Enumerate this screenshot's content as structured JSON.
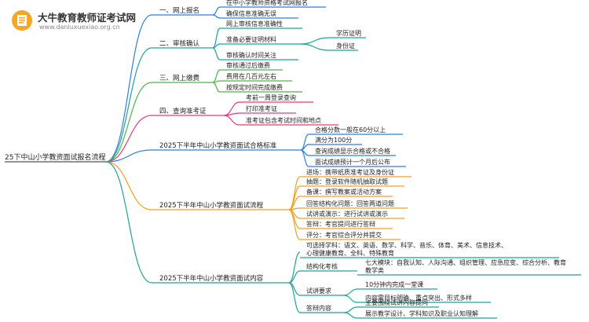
{
  "logo": {
    "title": "大牛教育教师证考试网",
    "subtitle": "www.daniuxuexiao.org.cn"
  },
  "root": "25下中山小学教资面试报名流程",
  "colors": {
    "branch1": "#2f7de1",
    "branch2": "#1fa39a",
    "branch3": "#4bb54b",
    "branch4": "#e63a7a",
    "branch5": "#2f7de1",
    "branch6": "#f0a020",
    "branch7": "#1fa39a"
  },
  "branches": [
    {
      "label": "一、网上报名",
      "children": [
        {
          "label": "在中小学教师资格考试网报名"
        },
        {
          "label": "确保信息准确无误"
        }
      ]
    },
    {
      "label": "二、审核确认",
      "children": [
        {
          "label": "网上审核信息准确性"
        },
        {
          "label": "准备必要证明材料",
          "children": [
            {
              "label": "学历证明"
            },
            {
              "label": "身份证"
            }
          ]
        },
        {
          "label": "审核确认时间关注"
        }
      ]
    },
    {
      "label": "三、网上缴费",
      "children": [
        {
          "label": "审核通过后缴费"
        },
        {
          "label": "费用在几百元左右"
        },
        {
          "label": "按规定时间完成缴费"
        }
      ]
    },
    {
      "label": "四、查询准考证",
      "children": [
        {
          "label": "考前一周登录查询"
        },
        {
          "label": "打印准考证"
        },
        {
          "label": "准考证包含考试时间和地点"
        }
      ]
    },
    {
      "label": "2025下半年中山小学教资面试合格标准",
      "children": [
        {
          "label": "合格分数一般在60分以上"
        },
        {
          "label": "满分为100分"
        },
        {
          "label": "查询成绩显示合格或不合格"
        },
        {
          "label": "面试成绩预计一个月后公布"
        }
      ]
    },
    {
      "label": "2025下半年中山小学教资面试流程",
      "children": [
        {
          "label": "进场：携带纸质准考证及身份证"
        },
        {
          "label": "抽题：登录软件随机抽取试题"
        },
        {
          "label": "备课：撰写教案或活动方案"
        },
        {
          "label": "回答结构化问题：回答两道问题"
        },
        {
          "label": "试讲或演示：进行试讲或演示"
        },
        {
          "label": "答辩：考官提问进行答辩"
        },
        {
          "label": "评分：考官综合评分并提交"
        }
      ]
    },
    {
      "label": "2025下半年中山小学教资面试内容",
      "children": [
        {
          "label": "可选择学科：语文、英语、数学、科学、音乐、体育、美术、信息技术、心理健康教育、全科、特殊教育"
        },
        {
          "label": "结构化考核",
          "children": [
            {
              "label": "七大模块：自我认知、人际沟通、组织管理、应急应变、综合分析、教育教学类"
            }
          ]
        },
        {
          "label": "试讲要求",
          "children": [
            {
              "label": "10分钟内完成一堂课"
            },
            {
              "label": "内容需目标明确、重点突出、形式多样"
            }
          ]
        },
        {
          "label": "答辩内容",
          "children": [
            {
              "label": "主要围绕试讲内容提问"
            },
            {
              "label": "展示教学设计、学科知识及职业认知理解"
            }
          ]
        }
      ]
    }
  ]
}
